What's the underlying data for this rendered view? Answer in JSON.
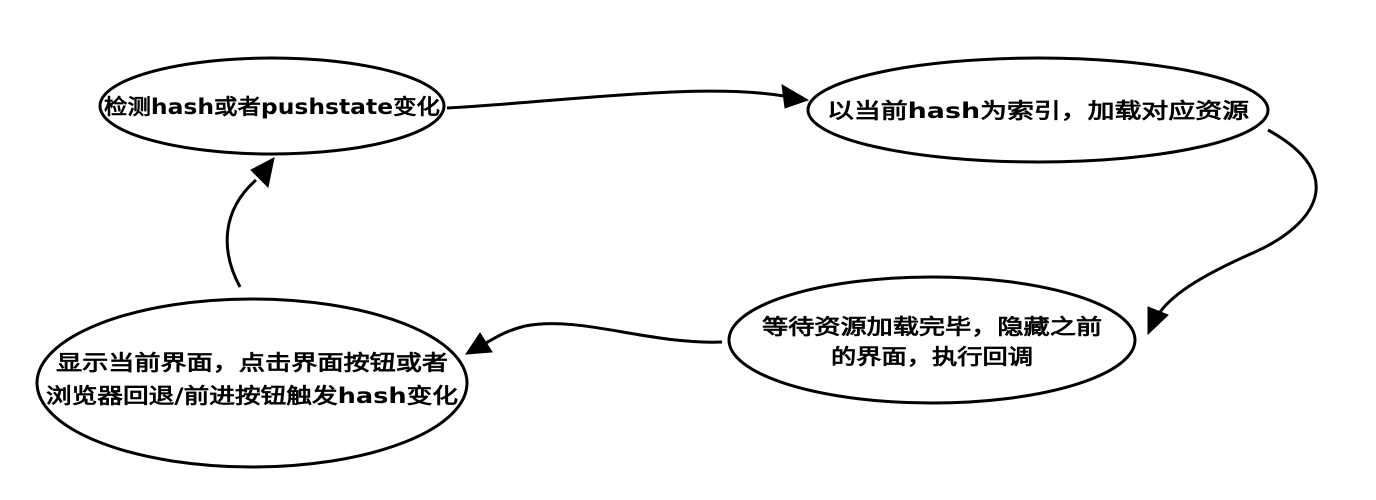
{
  "diagram": {
    "type": "cycle-flowchart",
    "colors": {
      "background": "#ffffff",
      "stroke": "#000000",
      "text": "#000000"
    },
    "nodes": [
      {
        "id": "detect",
        "label_lines": [
          "检测hash或者pushstate变化"
        ]
      },
      {
        "id": "load",
        "label_lines": [
          "以当前hash为索引，加载对应资源"
        ]
      },
      {
        "id": "wait",
        "label_lines": [
          "等待资源加载完毕，隐藏之前",
          "的界面，执行回调"
        ]
      },
      {
        "id": "show",
        "label_lines": [
          "显示当前界面，点击界面按钮或者",
          "浏览器回退/前进按钮触发hash变化"
        ]
      }
    ],
    "edges": [
      {
        "from": "detect",
        "to": "load"
      },
      {
        "from": "load",
        "to": "wait"
      },
      {
        "from": "wait",
        "to": "show"
      },
      {
        "from": "show",
        "to": "detect"
      }
    ]
  }
}
